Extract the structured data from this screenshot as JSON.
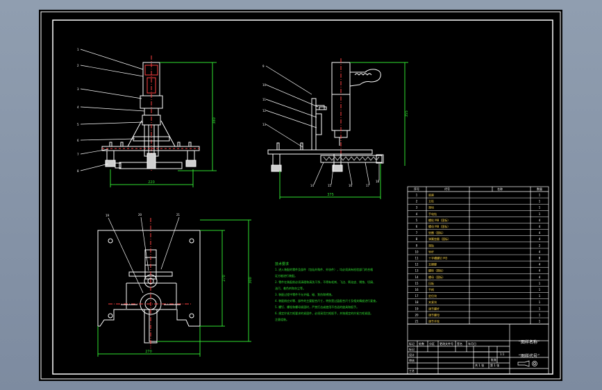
{
  "drawing": {
    "title_block": {
      "name_placeholder": "“图样名称”",
      "code_placeholder": "“图样代号”",
      "row_labels": [
        "标记",
        "设计",
        "审核",
        "工艺"
      ],
      "header_cells": [
        "标记",
        "处数",
        "分区",
        "更改文件号",
        "签名",
        "年月日"
      ],
      "sheet_total": "共 1 张",
      "sheet_no": "第 1 张",
      "scale": "1:1",
      "approve": "批准"
    },
    "parts_list_header": [
      "序号",
      "代号",
      "名称",
      "数量"
    ],
    "parts": [
      {
        "no": "1",
        "name": "底座",
        "qty": "1"
      },
      {
        "no": "2",
        "name": "立柱",
        "qty": "1"
      },
      {
        "no": "3",
        "name": "滑块",
        "qty": "1"
      },
      {
        "no": "4",
        "name": "手电钻",
        "qty": "1"
      },
      {
        "no": "5",
        "name": "螺栓 M8（国标）",
        "qty": "4"
      },
      {
        "no": "6",
        "name": "螺母 M8（国标）",
        "qty": "4"
      },
      {
        "no": "7",
        "name": "垫圈（国标）",
        "qty": "4"
      },
      {
        "no": "8",
        "name": "弹簧垫圈（国标）",
        "qty": "4"
      },
      {
        "no": "9",
        "name": "滑轨",
        "qty": "2"
      },
      {
        "no": "10",
        "name": "导杆",
        "qty": "4"
      },
      {
        "no": "11",
        "name": "十字槽螺钉 M3",
        "qty": "8"
      },
      {
        "no": "12",
        "name": "支撑脚",
        "qty": "4"
      },
      {
        "no": "13",
        "name": "螺栓（国标）",
        "qty": "4"
      },
      {
        "no": "14",
        "name": "螺母（国标）",
        "qty": "4"
      },
      {
        "no": "15",
        "name": "压板",
        "qty": "1"
      },
      {
        "no": "16",
        "name": "手柄",
        "qty": "1"
      },
      {
        "no": "17",
        "name": "定位块",
        "qty": "1"
      },
      {
        "no": "18",
        "name": "夹紧块",
        "qty": "1"
      },
      {
        "no": "19",
        "name": "调节螺杆",
        "qty": "1"
      },
      {
        "no": "20",
        "name": "调节螺母",
        "qty": "1"
      },
      {
        "no": "21",
        "name": "调节手轮",
        "qty": "1"
      }
    ],
    "tech_req_title": "技术要求",
    "tech_req": [
      "1. 进入装配的零件及部件（包括外购件、外协件），均必须具有检验部门的合格",
      "证方能进行装配。",
      "2. 零件在装配前必须清理和清洗干净，不得有毛刺、飞边、氧化皮、锈蚀、切屑、",
      "油污、着色剂和灰尘等。",
      "3. 装配过程中零件不允许磕、碰、划伤和锈蚀。",
      "4. 装配前应对零、部件的主要配合尺寸，特别是过盈配合尺寸及相关精度进行复查。",
      "5. 螺钉、螺栓和螺母紧固时，严禁打击或使用不合适的旋具和扳手。",
      "6. 规定拧紧力矩要求的紧固件，必须采用力矩扳手，并按规定的拧紧力矩紧固。",
      "注意组装。"
    ],
    "dims": {
      "front_width": "220",
      "front_height": "380",
      "side_width": "375",
      "side_height": "355",
      "top_width": "270",
      "top_height": "270",
      "top_height2": "300"
    },
    "front_balloons": [
      "1",
      "2",
      "3",
      "4",
      "5",
      "6",
      "7",
      "8"
    ],
    "side_balloons_left": [
      "9",
      "10",
      "11",
      "12",
      "13"
    ],
    "side_balloons_bottom": [
      "14",
      "15",
      "16",
      "17",
      "18"
    ],
    "top_balloons": [
      "19",
      "20",
      "21"
    ]
  }
}
